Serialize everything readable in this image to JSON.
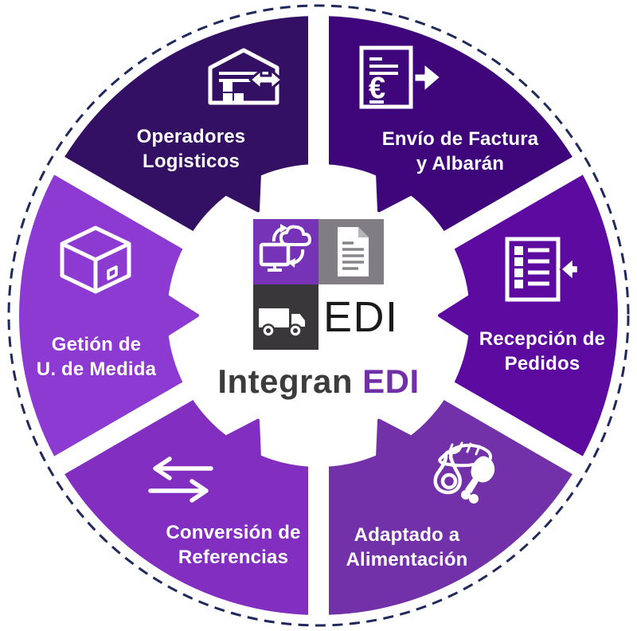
{
  "ring": {
    "dash_color": "#20295c"
  },
  "hub_color": "#ffffff",
  "center": {
    "edi_side_label": "EDI",
    "brand_part1": "Integran",
    "brand_part2": "EDI",
    "brand_part1_color": "#3c3c3c",
    "brand_part2_color": "#7130a8",
    "edi_side_color": "#1b1b1b",
    "euro_symbol": "€",
    "logo_colors": {
      "cloud_tile": "#7633b7",
      "doc_tile": "#807d84",
      "truck_tile": "#3a373b"
    }
  },
  "segments": [
    {
      "id": "envio",
      "angle_start": 0,
      "color": "#3f067c",
      "icon": "invoice-arrow-icon",
      "label_lines": [
        "Envío de Factura",
        "y Albarán"
      ]
    },
    {
      "id": "recepcion",
      "angle_start": 60,
      "color": "#5c0aa0",
      "icon": "order-list-icon",
      "label_lines": [
        "Recepción de",
        "Pedidos"
      ]
    },
    {
      "id": "adaptado",
      "angle_start": 120,
      "color": "#7331a9",
      "icon": "food-icon",
      "label_lines": [
        "Adaptado a",
        "Alimentación"
      ]
    },
    {
      "id": "conversion",
      "angle_start": 180,
      "color": "#822ec0",
      "icon": "transfer-arrows-icon",
      "label_lines": [
        "Conversión de",
        "Referencias"
      ]
    },
    {
      "id": "gestion",
      "angle_start": 240,
      "color": "#8d3ad2",
      "icon": "package-box-icon",
      "label_lines": [
        "Getión de",
        "U. de Medida"
      ]
    },
    {
      "id": "operadores",
      "angle_start": 300,
      "color": "#331063",
      "icon": "warehouse-icon",
      "label_lines": [
        "Operadores",
        "Logisticos"
      ]
    }
  ]
}
